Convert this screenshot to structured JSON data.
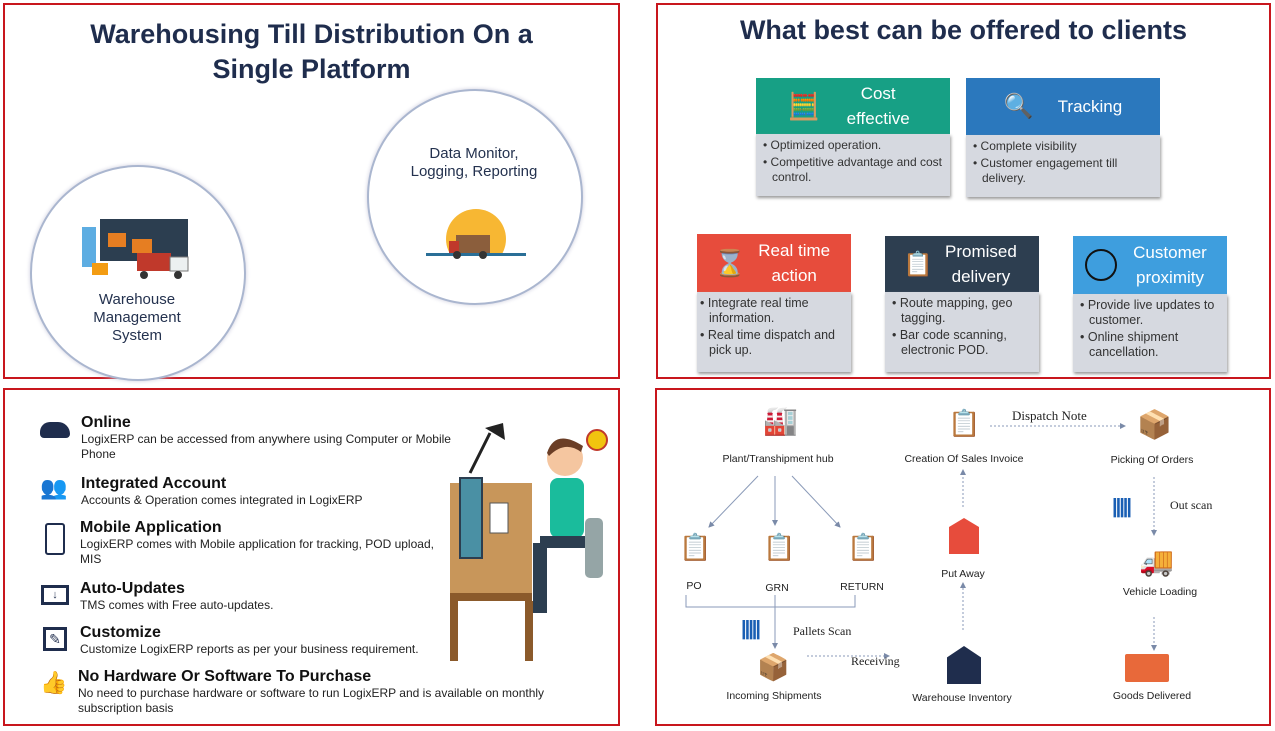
{
  "panel1": {
    "title_line1": "Warehousing Till Distribution On a",
    "title_line2": "Single Platform",
    "circle_right": "Data Monitor, Logging, Reporting",
    "circle_left": "Warehouse Management System"
  },
  "panel2": {
    "title": "What best can be offered to clients",
    "cards": [
      {
        "title": "Cost effective",
        "color": "#17a085",
        "bullets": [
          "Optimized operation.",
          "Competitive advantage and cost control."
        ]
      },
      {
        "title": "Tracking",
        "color": "#2b78bd",
        "bullets": [
          "Complete visibility",
          "Customer engagement till delivery."
        ]
      },
      {
        "title": "Real time action",
        "color": "#e74c3c",
        "bullets": [
          "Integrate real time information.",
          "Real time dispatch and pick up."
        ]
      },
      {
        "title": "Promised delivery",
        "color": "#2d3e50",
        "bullets": [
          "Route mapping, geo tagging.",
          "Bar code scanning, electronic POD."
        ]
      },
      {
        "title": "Customer proximity",
        "color": "#3e9ede",
        "bullets": [
          "Provide live updates to customer.",
          "Online shipment cancellation."
        ]
      }
    ]
  },
  "panel3": {
    "features": [
      {
        "title": "Online",
        "desc": "LogixERP can be accessed from anywhere using Computer or Mobile Phone",
        "icon": "cloud-icon"
      },
      {
        "title": "Integrated Account",
        "desc": "Accounts & Operation comes integrated in LogixERP",
        "icon": "users-icon"
      },
      {
        "title": "Mobile Application",
        "desc": "LogixERP comes with Mobile application for tracking, POD upload, MIS",
        "icon": "tablet-icon"
      },
      {
        "title": "Auto-Updates",
        "desc": "TMS comes with Free auto-updates.",
        "icon": "monitor-download-icon"
      },
      {
        "title": "Customize",
        "desc": "Customize LogixERP reports as per your business requirement.",
        "icon": "edit-icon"
      },
      {
        "title": "No Hardware Or Software To Purchase",
        "desc": "No need to purchase hardware or software to run LogixERP and is available on monthly subscription basis",
        "icon": "thumbs-up-icon"
      }
    ]
  },
  "panel4": {
    "nodes": {
      "plant": "Plant/Transhipment hub",
      "invoice": "Creation Of Sales Invoice",
      "picking": "Picking Of Orders",
      "po": "PO",
      "grn": "GRN",
      "return": "RETURN",
      "putaway": "Put Away",
      "vehicle": "Vehicle Loading",
      "incoming": "Incoming Shipments",
      "inventory": "Warehouse Inventory",
      "delivered": "Goods Delivered"
    },
    "edges": {
      "dispatch": "Dispatch Note",
      "outscan": "Out scan",
      "pallets": "Pallets Scan",
      "receiving": "Receiving"
    }
  }
}
